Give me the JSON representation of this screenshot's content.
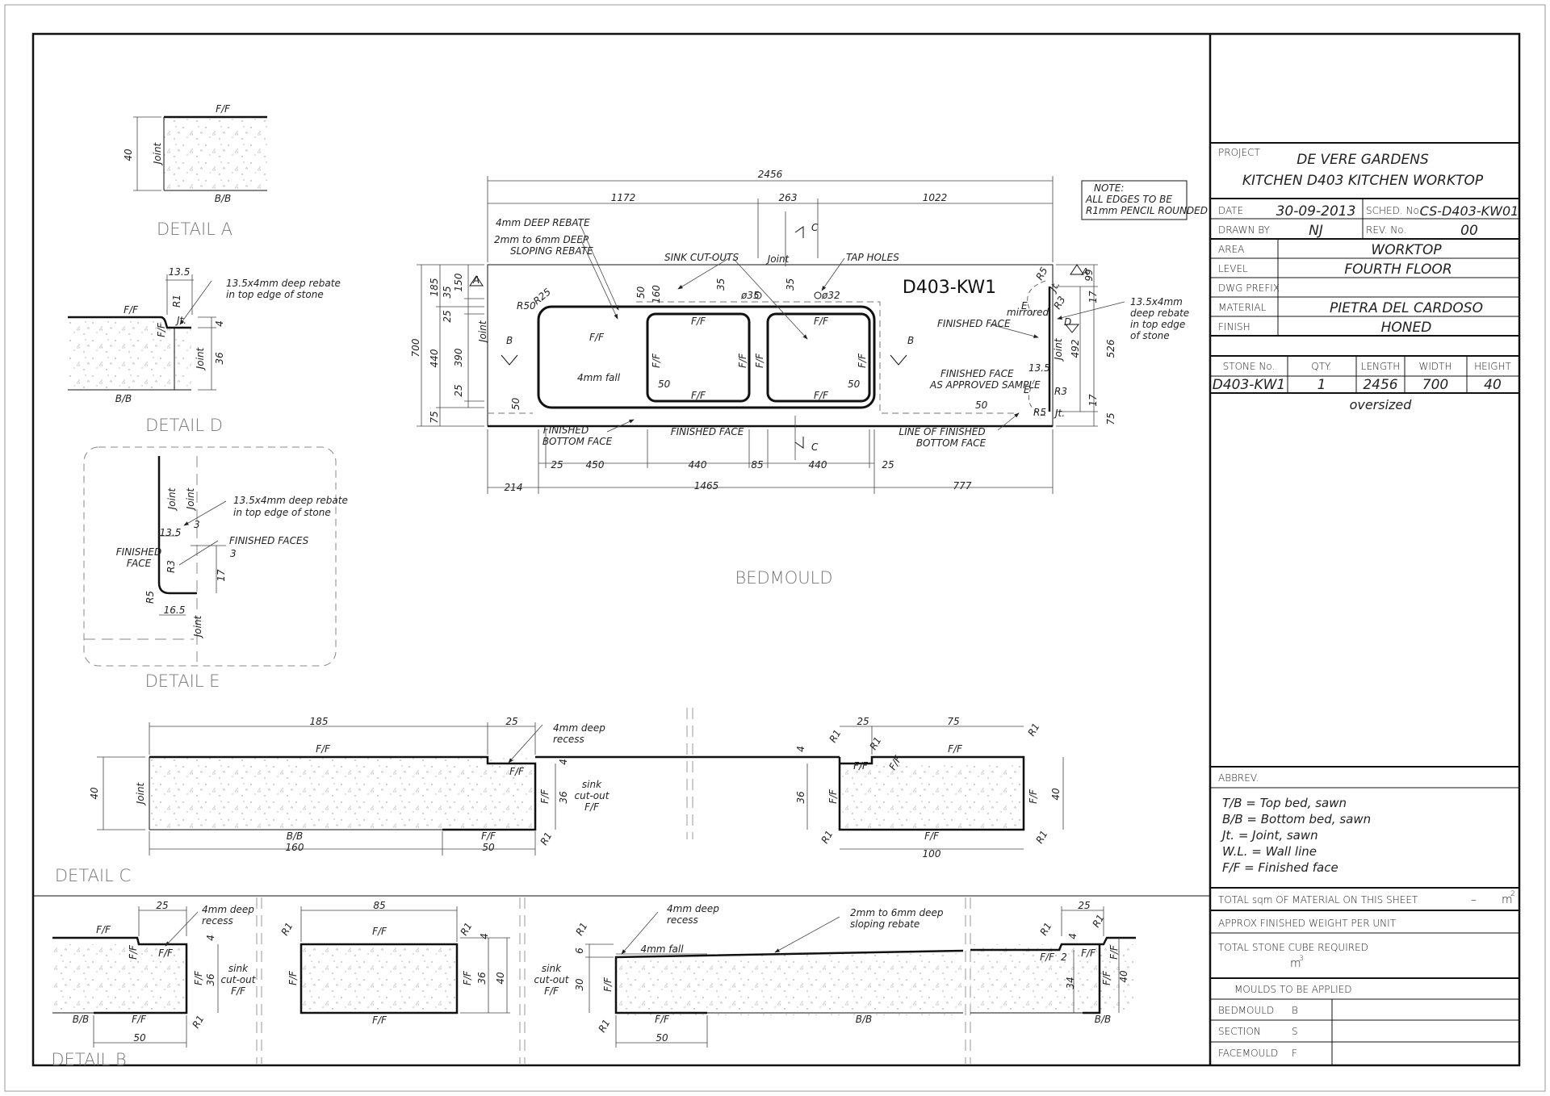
{
  "title_block": {
    "project_label": "PROJECT",
    "project_line1": "DE VERE GARDENS",
    "project_line2": "KITCHEN D403 KITCHEN WORKTOP",
    "date_label": "DATE",
    "date_value": "30-09-2013",
    "sched_label": "SCHED. No.",
    "sched_value": "CS-D403-KW01",
    "drawn_label": "DRAWN BY",
    "drawn_value": "NJ",
    "rev_label": "REV. No.",
    "rev_value": "00",
    "area_label": "AREA",
    "area_value": "WORKTOP",
    "level_label": "LEVEL",
    "level_value": "FOURTH FLOOR",
    "dwg_label": "DWG PREFIX",
    "dwg_value": "",
    "material_label": "MATERIAL",
    "material_value": "PIETRA DEL CARDOSO",
    "finish_label": "FINISH",
    "finish_value": "HONED",
    "stone_headers": [
      "STONE No.",
      "QTY.",
      "LENGTH",
      "WIDTH",
      "HEIGHT"
    ],
    "stone_row": [
      "D403-KW1",
      "1",
      "2456",
      "700",
      "40"
    ],
    "stone_note": "oversized",
    "abbrev_label": "ABBREV.",
    "abbrev_lines": [
      "T/B = Top bed, sawn",
      "B/B = Bottom bed, sawn",
      "Jt. = Joint, sawn",
      "W.L. = Wall line",
      "F/F = Finished face"
    ],
    "total_sqm_label": "TOTAL sqm OF MATERIAL ON THIS SHEET",
    "total_sqm_value": "–",
    "total_sqm_unit": "m",
    "total_sqm_sup": "2",
    "weight_label": "APPROX FINISHED WEIGHT PER UNIT",
    "cube_label": "TOTAL STONE CUBE REQUIRED",
    "cube_unit": "m",
    "cube_sup": "3",
    "moulds_label": "MOULDS TO BE APPLIED",
    "moulds": [
      {
        "name": "BEDMOULD",
        "code": "B"
      },
      {
        "name": "SECTION",
        "code": "S"
      },
      {
        "name": "FACEMOULD",
        "code": "F"
      }
    ]
  },
  "detail_titles": {
    "a": "DETAIL A",
    "d": "DETAIL D",
    "e": "DETAIL E",
    "bedmould": "BEDMOULD",
    "c": "DETAIL C",
    "b": "DETAIL B"
  },
  "plan": {
    "stone_id": "D403-KW1",
    "note": [
      "NOTE:",
      "ALL EDGES TO BE",
      "R1mm PENCIL ROUNDED"
    ],
    "dims_top": [
      "2456",
      "1172",
      "263",
      "1022"
    ],
    "dims_bottom_1": [
      "25",
      "450",
      "440",
      "85",
      "440",
      "25"
    ],
    "dims_bottom_2": [
      "214",
      "1465",
      "777"
    ],
    "dims_left": [
      "700",
      "185",
      "440",
      "75",
      "150",
      "35",
      "25",
      "390",
      "25"
    ],
    "dims_right": [
      "99",
      "492",
      "526",
      "75",
      "17",
      "17"
    ],
    "labels": {
      "rebate1": "4mm DEEP REBATE",
      "rebate2a": "2mm to 6mm DEEP",
      "rebate2b": "SLOPING REBATE",
      "sink": "SINK CUT-OUTS",
      "tap": "TAP HOLES",
      "joint": "Joint",
      "finished_face": "FINISHED FACE",
      "finished_face_sample_a": "FINISHED FACE",
      "finished_face_sample_b": "AS APPROVED SAMPLE",
      "mirrored": "mirrored",
      "fin_bottom_a": "FINISHED",
      "fin_bottom_b": "BOTTOM FACE",
      "fin_face_bottom": "FINISHED FACE",
      "line_fin_a": "LINE OF FINISHED",
      "line_fin_b": "BOTTOM FACE",
      "rebate_right_a": "13.5x4mm",
      "rebate_right_b": "deep rebate",
      "rebate_right_c": "in top edge",
      "rebate_right_d": "of stone",
      "fall": "4mm fall",
      "ff": "F/F",
      "d35": "ø35",
      "d32": "ø32",
      "r50": "R50",
      "r25": "R25",
      "r5": "R5",
      "r3": "R3",
      "jt": "Jt.",
      "fifty": "50",
      "sixty": "160",
      "thirtyfive": "35",
      "thirteen": "13.5",
      "a": "A",
      "b": "B",
      "c": "C",
      "d": "D",
      "e": "E"
    }
  },
  "detail_a": {
    "ff": "F/F",
    "bb": "B/B",
    "joint": "Joint",
    "dim": "40"
  },
  "detail_d": {
    "ff": "F/F",
    "bb": "B/B",
    "jt": "Jt.",
    "joint": "Joint",
    "r1": "R1",
    "d135": "13.5",
    "d4": "4",
    "d36": "36",
    "note_a": "13.5x4mm deep rebate",
    "note_b": "in top edge of stone"
  },
  "detail_e": {
    "joint": "Joint",
    "note_a": "13.5x4mm deep rebate",
    "note_b": "in top edge of stone",
    "d135": "13.5",
    "d3": "3",
    "d17": "17",
    "d165": "16.5",
    "fin_faces": "FINISHED FACES",
    "fin_face_a": "FINISHED",
    "fin_face_b": "FACE",
    "r3": "R3",
    "r5": "R5"
  },
  "detail_c": {
    "d185": "185",
    "d25": "25",
    "d160": "160",
    "d50": "50",
    "d40": "40",
    "d36": "36",
    "d4": "4",
    "d75": "75",
    "d100": "100",
    "ff": "F/F",
    "bb": "B/B",
    "joint": "Joint",
    "r1": "R1",
    "recess_a": "4mm deep",
    "recess_b": "recess",
    "sink_a": "sink",
    "sink_b": "cut-out",
    "sink_c": "F/F"
  },
  "detail_b": {
    "d25": "25",
    "d85": "85",
    "d50": "50",
    "d36": "36",
    "d40": "40",
    "d30": "30",
    "d6": "6",
    "d4": "4",
    "d34": "34",
    "ff": "F/F",
    "bb": "B/B",
    "r1": "R1",
    "d2": "2",
    "recess_a": "4mm deep",
    "recess_b": "recess",
    "sloping_a": "2mm to 6mm deep",
    "sloping_b": "sloping rebate",
    "fall": "4mm fall",
    "sink_a": "sink",
    "sink_b": "cut-out",
    "sink_c": "F/F"
  }
}
